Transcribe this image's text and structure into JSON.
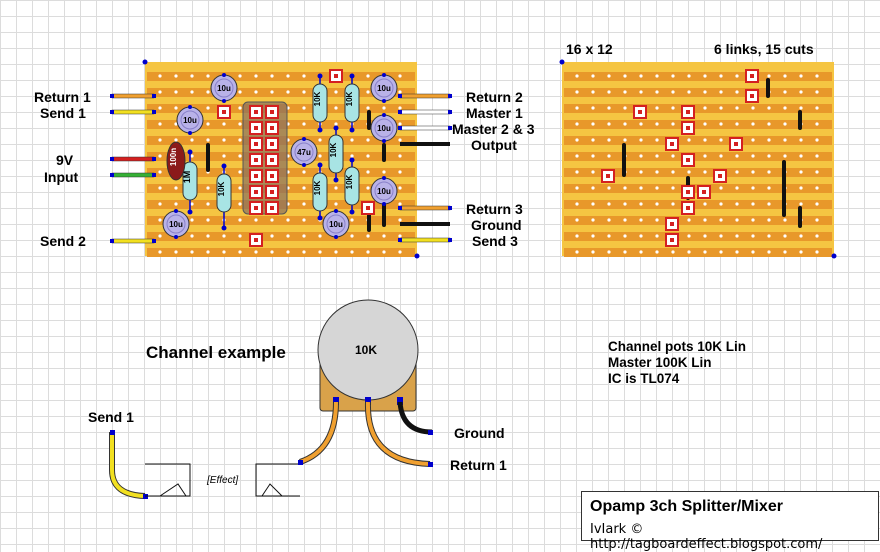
{
  "left_labels": {
    "return1": "Return 1",
    "send1": "Send 1",
    "v9": "9V",
    "input": "Input",
    "send2": "Send 2"
  },
  "right_labels": {
    "return2": "Return 2",
    "master1": "Master 1",
    "master23": "Master 2 & 3",
    "output": "Output",
    "return3": "Return 3",
    "ground": "Ground",
    "send3": "Send 3"
  },
  "component_labels": {
    "cap_10u": "10u",
    "cap_47u": "47u",
    "cap_100n": "100n",
    "res_10k": "10K",
    "res_1m": "1M"
  },
  "board_info": {
    "size": "16 x 12",
    "links_cuts": "6 links, 15 cuts"
  },
  "channel": {
    "title": "Channel example",
    "pot_value": "10K",
    "send1": "Send 1",
    "effect": "[Effect]",
    "ground": "Ground",
    "return1": "Return 1"
  },
  "notes": [
    "Channel pots 10K Lin",
    "Master 100K Lin",
    "IC is TL074"
  ],
  "title_block": {
    "title": "Opamp 3ch Splitter/Mixer",
    "credit": "IvIark © http://tagboardeffect.blogspot.com/"
  },
  "colors": {
    "board": "#f5c542",
    "strip": "#e8982a",
    "cut": "#d42020",
    "wire_red": "#d42020",
    "wire_green": "#35b035",
    "wire_yellow": "#f2e020",
    "wire_orange": "#f0a030",
    "wire_black": "#111111",
    "cap_body": "#b9b2e8",
    "res_body": "#a8e4e4",
    "ic_body": "#8a7060"
  }
}
